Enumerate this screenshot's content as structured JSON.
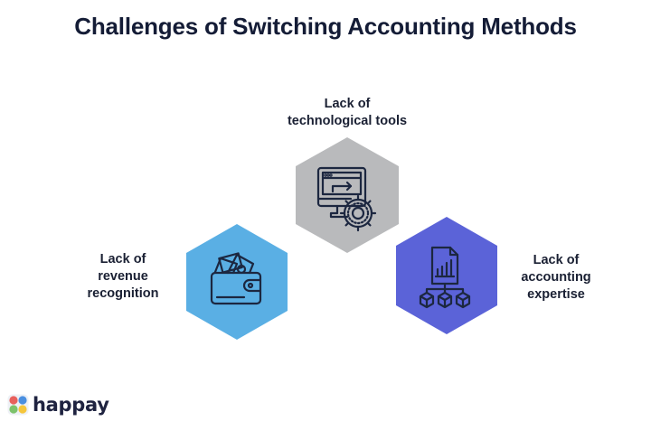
{
  "title": "Challenges of Switching Accounting Methods",
  "items": [
    {
      "label_line1": "Lack of",
      "label_line2": "technological tools",
      "label_line3": "",
      "icon": "computer-gear-icon",
      "color": "#b9babc"
    },
    {
      "label_line1": "Lack of",
      "label_line2": "revenue",
      "label_line3": "recognition",
      "icon": "wallet-money-icon",
      "color": "#5aafe4"
    },
    {
      "label_line1": "Lack of",
      "label_line2": "accounting",
      "label_line3": "expertise",
      "icon": "report-network-icon",
      "color": "#5b63d8"
    }
  ],
  "brand": {
    "name": "happay",
    "colors": [
      "#e8605c",
      "#4a8fe0",
      "#7dc26b",
      "#f5c63c"
    ]
  },
  "icon_stroke_color": "#1c2740"
}
